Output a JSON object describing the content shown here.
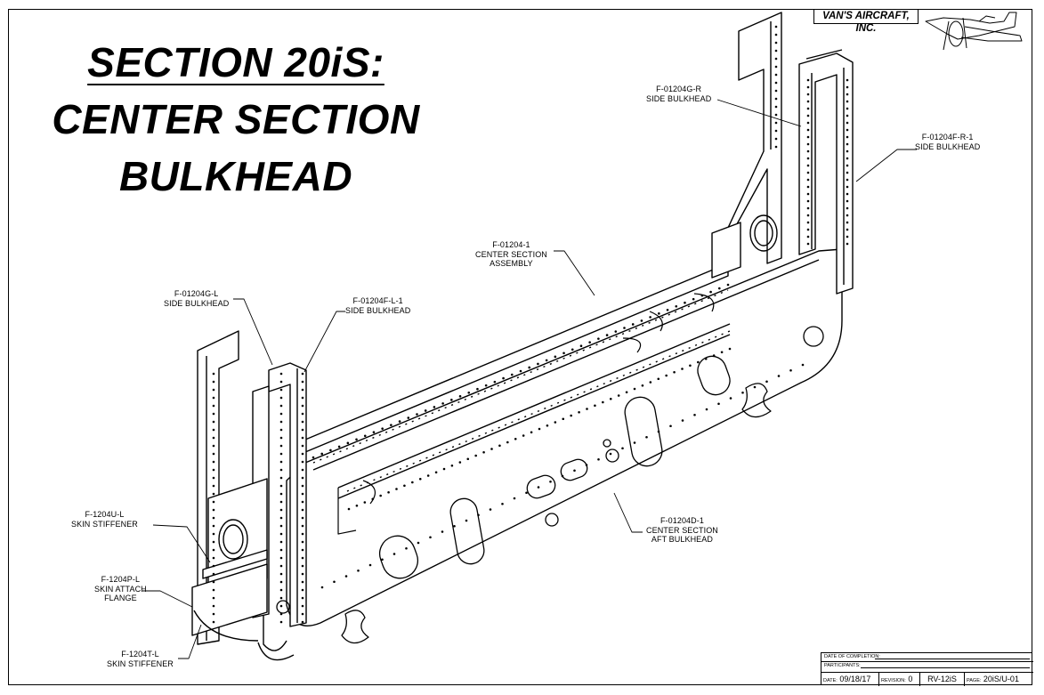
{
  "title": {
    "line1": "SECTION 20iS:",
    "line2": "CENTER SECTION",
    "line3": "BULKHEAD"
  },
  "brand": "VAN'S AIRCRAFT, INC.",
  "callouts": {
    "g_r": {
      "part": "F-01204G-R",
      "desc": "SIDE BULKHEAD"
    },
    "f_r": {
      "part": "F-01204F-R-1",
      "desc": "SIDE BULKHEAD"
    },
    "center": {
      "part": "F-01204-1",
      "desc": "CENTER SECTION",
      "desc2": "ASSEMBLY"
    },
    "g_l": {
      "part": "F-01204G-L",
      "desc": "SIDE BULKHEAD"
    },
    "f_l": {
      "part": "F-01204F-L-1",
      "desc": "SIDE BULKHEAD"
    },
    "u_l": {
      "part": "F-1204U-L",
      "desc": "SKIN STIFFENER"
    },
    "p_l": {
      "part": "F-1204P-L",
      "desc": "SKIN ATTACH",
      "desc2": "FLANGE"
    },
    "t_l": {
      "part": "F-1204T-L",
      "desc": "SKIN STIFFENER"
    },
    "d_1": {
      "part": "F-01204D-1",
      "desc": "CENTER SECTION",
      "desc2": "AFT BULKHEAD"
    }
  },
  "titleblock": {
    "completion_label": "DATE OF COMPLETION:",
    "participants_label": "PARTICIPANTS:",
    "date_label": "DATE:",
    "date": "09/18/17",
    "revision_label": "REVISION:",
    "revision": "0",
    "model": "RV-12iS",
    "page_label": "PAGE:",
    "page": "20iS/U-01"
  }
}
